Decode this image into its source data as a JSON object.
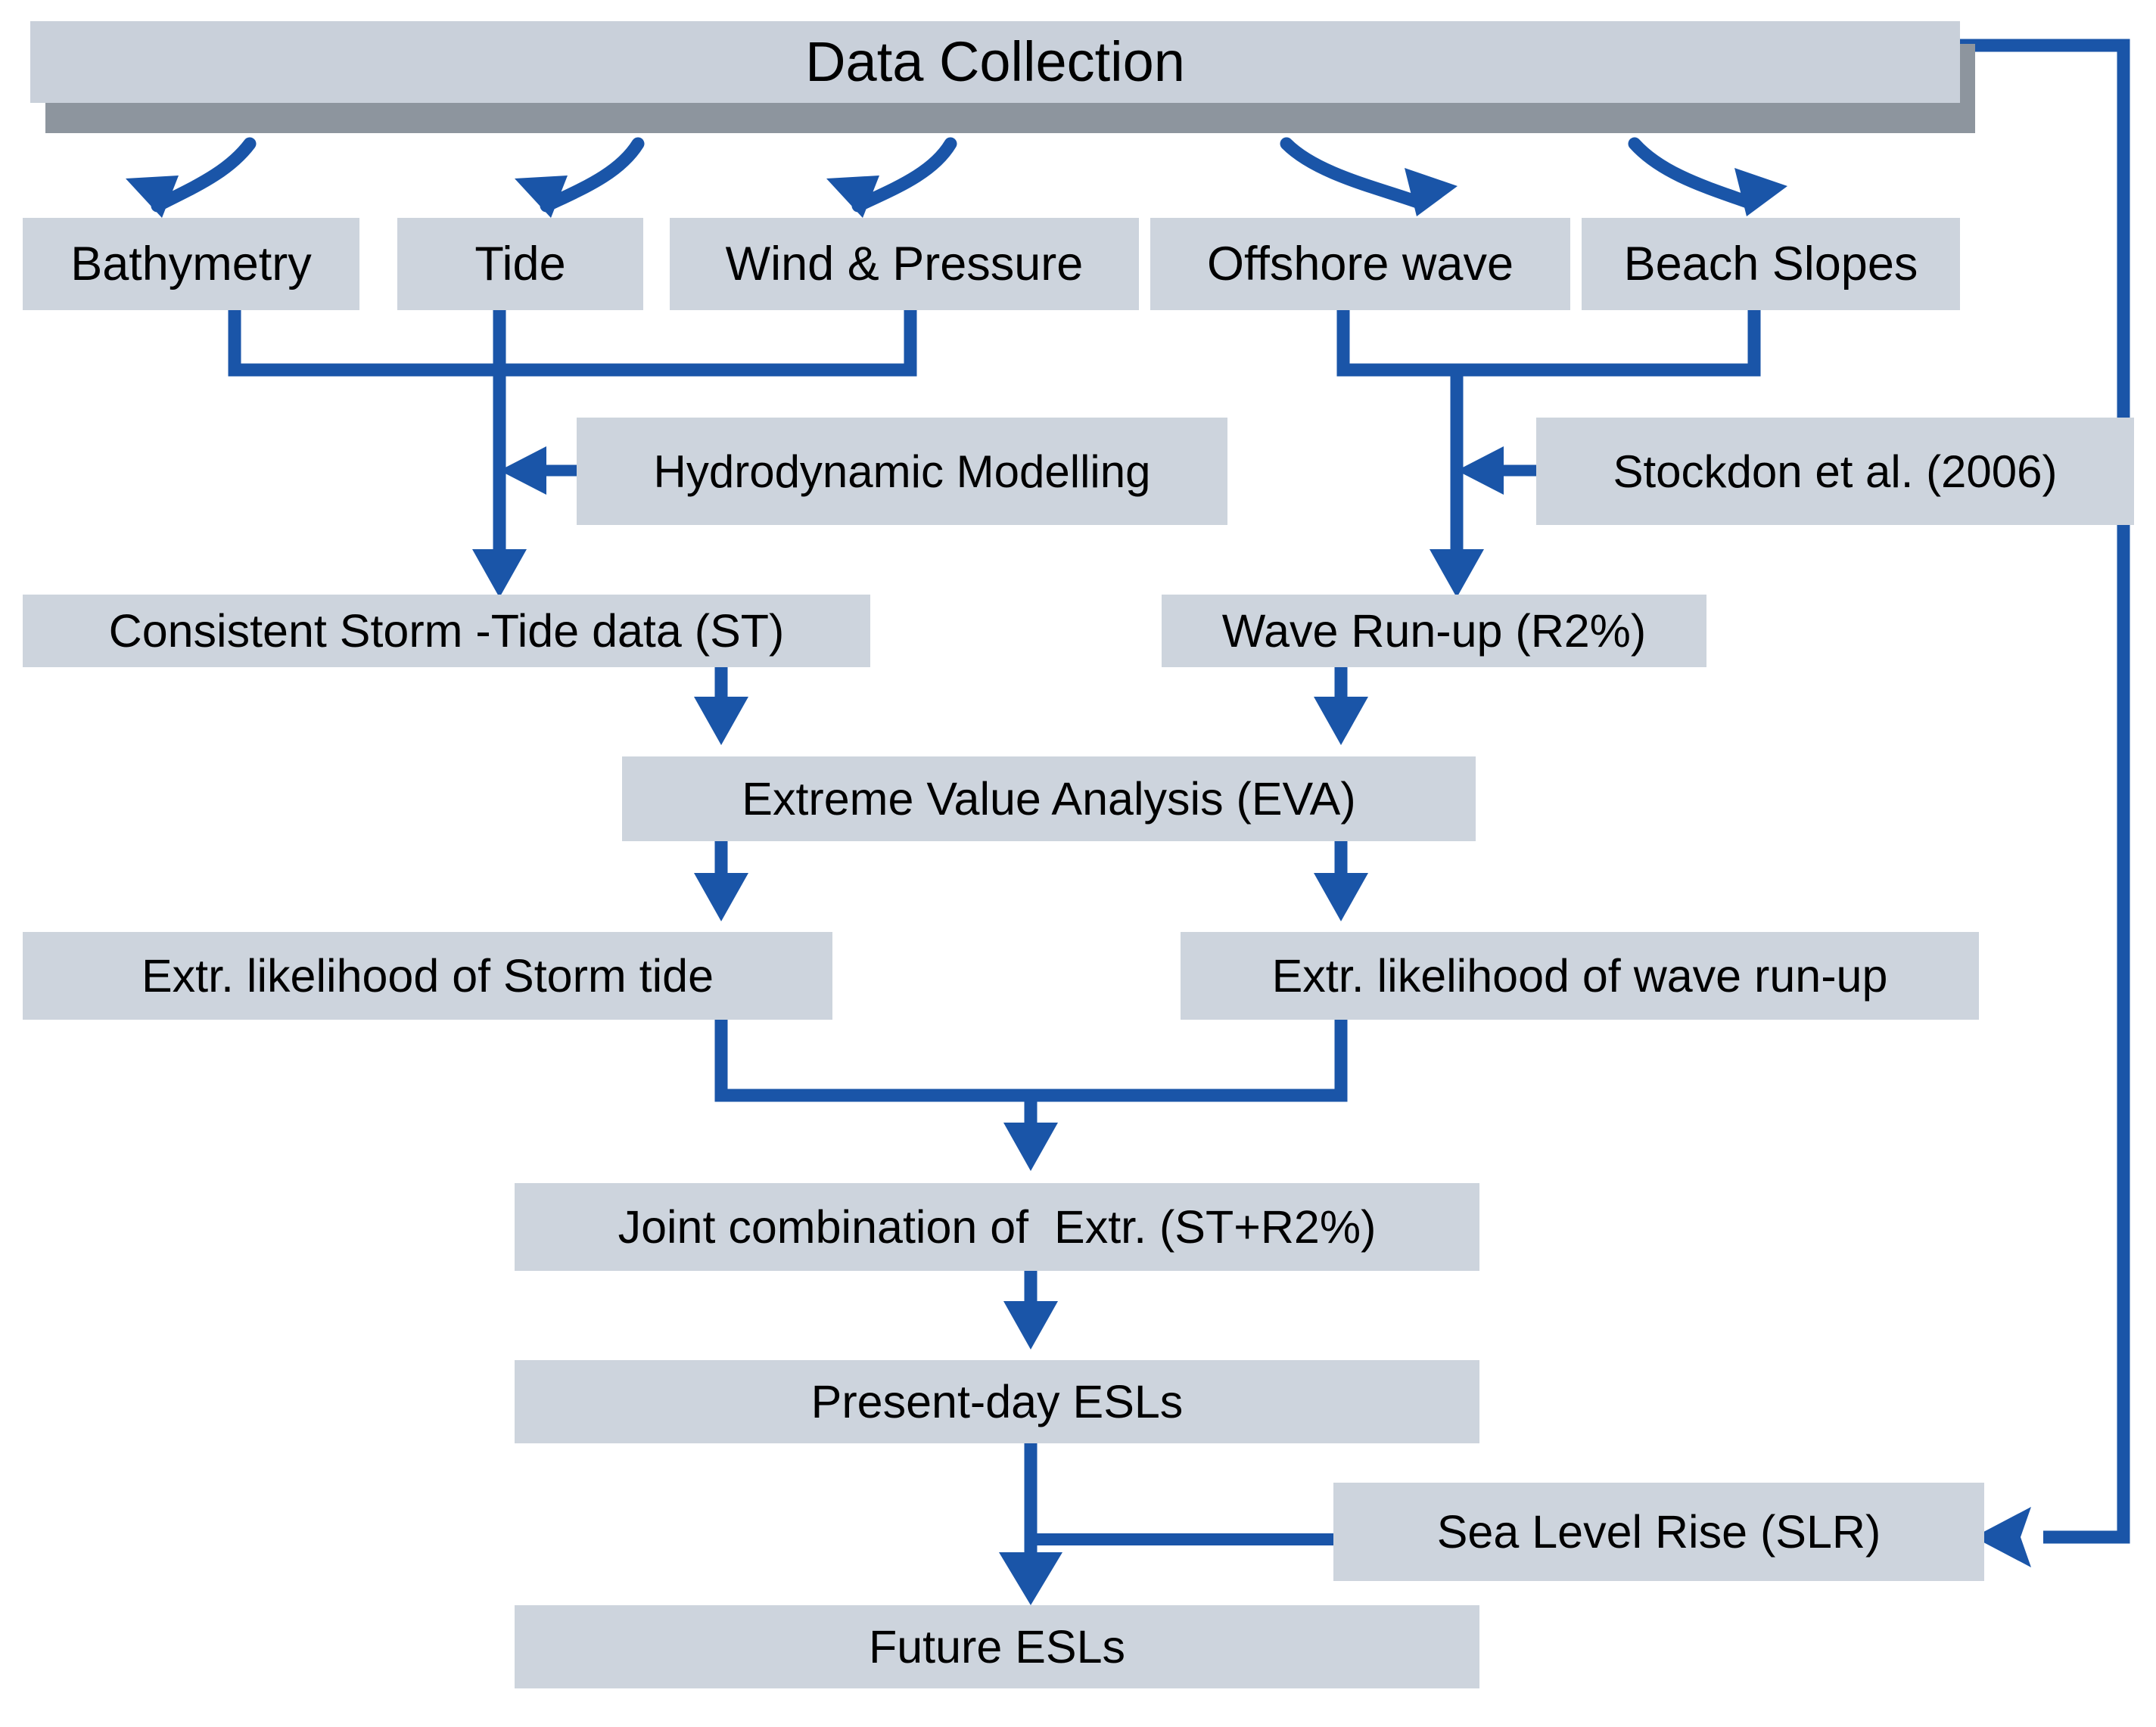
{
  "diagram": {
    "title": "ESL assessment methodology flowchart",
    "colors": {
      "node_fill": "#cdd4dd",
      "header_fill": "#c9d0da",
      "header_shadow": "#8d959e",
      "connector": "#1a55a8",
      "text": "#000000",
      "background": "#ffffff"
    },
    "nodes": {
      "data_collection": "Data Collection",
      "bathymetry": "Bathymetry",
      "tide": "Tide",
      "wind_pressure": "Wind & Pressure",
      "offshore_wave": "Offshore wave",
      "beach_slopes": "Beach Slopes",
      "hydrodynamic_modelling": "Hydrodynamic Modelling",
      "stockdon": "Stockdon et al. (2006)",
      "storm_tide_data": "Consistent Storm -Tide data (ST)",
      "wave_runup": "Wave Run-up (R2%)",
      "eva": "Extreme Value Analysis (EVA)",
      "extr_storm_tide": "Extr. likelihood of Storm tide",
      "extr_wave_runup": "Extr. likelihood of wave run-up",
      "joint_combination": "Joint combination of  Extr. (ST+R2%)",
      "present_esls": "Present-day ESLs",
      "sea_level_rise": "Sea Level Rise (SLR)",
      "future_esls": "Future ESLs"
    },
    "edges": [
      {
        "from": "data_collection",
        "to": "bathymetry",
        "style": "curved-arrow"
      },
      {
        "from": "data_collection",
        "to": "tide",
        "style": "curved-arrow"
      },
      {
        "from": "data_collection",
        "to": "wind_pressure",
        "style": "curved-arrow"
      },
      {
        "from": "data_collection",
        "to": "offshore_wave",
        "style": "curved-arrow"
      },
      {
        "from": "data_collection",
        "to": "beach_slopes",
        "style": "curved-arrow"
      },
      {
        "from": "bathymetry+tide+wind_pressure",
        "to": "storm_tide_data",
        "style": "merge-down-arrow"
      },
      {
        "from": "hydrodynamic_modelling",
        "to": "storm_tide_data_link",
        "style": "left-arrow"
      },
      {
        "from": "offshore_wave+beach_slopes",
        "to": "wave_runup",
        "style": "merge-down-arrow"
      },
      {
        "from": "stockdon",
        "to": "wave_runup_link",
        "style": "left-arrow"
      },
      {
        "from": "storm_tide_data",
        "to": "eva",
        "style": "down-arrow"
      },
      {
        "from": "wave_runup",
        "to": "eva",
        "style": "down-arrow"
      },
      {
        "from": "eva",
        "to": "extr_storm_tide",
        "style": "down-arrow"
      },
      {
        "from": "eva",
        "to": "extr_wave_runup",
        "style": "down-arrow"
      },
      {
        "from": "extr_storm_tide+extr_wave_runup",
        "to": "joint_combination",
        "style": "merge-down-arrow"
      },
      {
        "from": "joint_combination",
        "to": "present_esls",
        "style": "down-arrow"
      },
      {
        "from": "present_esls",
        "to": "future_esls",
        "style": "down-arrow"
      },
      {
        "from": "sea_level_rise",
        "to": "present_esls_stem",
        "style": "left-line"
      },
      {
        "from": "data_collection",
        "to": "sea_level_rise",
        "style": "feedback-right-down-left-arrow"
      }
    ]
  }
}
